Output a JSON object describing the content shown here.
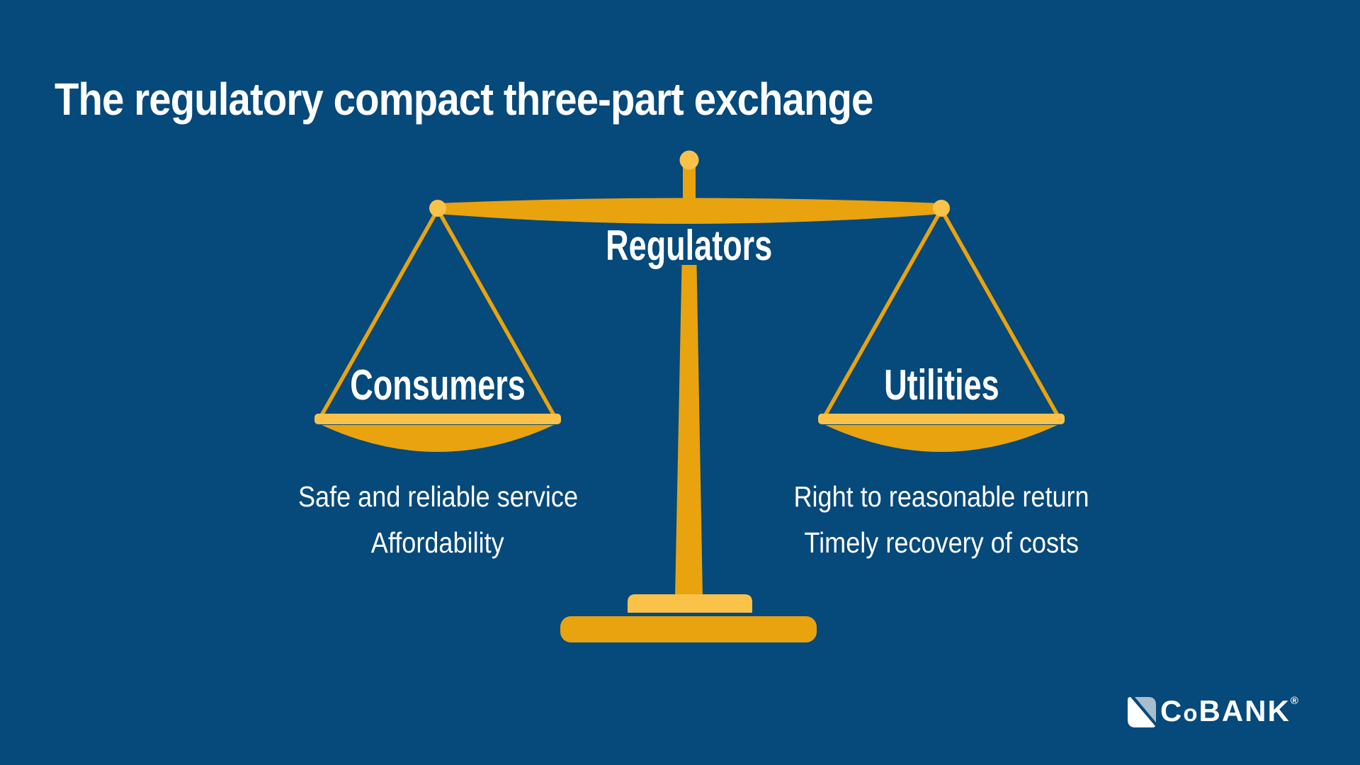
{
  "title": "The regulatory compact three-part exchange",
  "scale": {
    "top_label": "Regulators",
    "left": {
      "label": "Consumers",
      "points": [
        "Safe and reliable service",
        "Affordability"
      ]
    },
    "right": {
      "label": "Utilities",
      "points": [
        "Right to reasonable return",
        "Timely recovery of costs"
      ]
    }
  },
  "logo": {
    "part1": "C",
    "part2": "o",
    "part3": "BANK",
    "registered": "®",
    "emblem": "cobank-diagonal-square"
  },
  "colors": {
    "background": "#06497B",
    "gold_light": "#FBC24A",
    "gold_dark": "#E9A30E",
    "logo_slate": "#A8BECD",
    "text": "#FFFFFF"
  }
}
